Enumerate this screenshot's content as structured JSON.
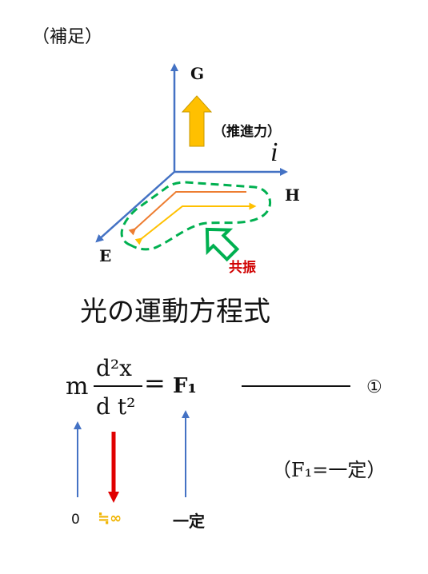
{
  "note": "（補足）",
  "diagram": {
    "axis_g": "G",
    "axis_i": "i",
    "axis_h": "H",
    "axis_e": "E",
    "thrust_label": "（推進力）",
    "resonance_label": "共振",
    "colors": {
      "axis": "#4472c4",
      "thrust": "#ffc000",
      "resonance": "#00b050",
      "orange_wave": "#ed7d31",
      "yellow_wave": "#ffc000",
      "resonance_text": "#d00000"
    }
  },
  "equation": {
    "title": "光の運動方程式",
    "mass": "m",
    "numerator": "d²x",
    "denominator": "d t²",
    "equals": "=",
    "force": "F₁",
    "marker": "①",
    "constraint": "（F₁=一定）"
  },
  "bottom_labels": {
    "zero": "0",
    "infinity": "≒∞",
    "constant": "一定"
  }
}
